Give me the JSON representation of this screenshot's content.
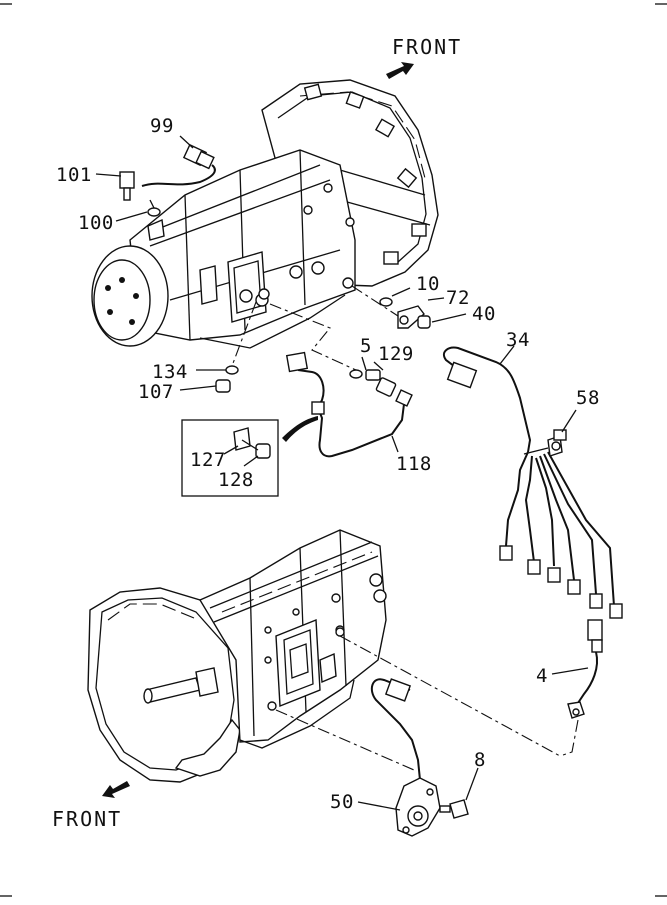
{
  "diagram": {
    "front_upper": "FRONT",
    "front_lower": "FRONT",
    "labels": {
      "p99": "99",
      "p101": "101",
      "p100": "100",
      "p10": "10",
      "p72": "72",
      "p40": "40",
      "p5": "5",
      "p129": "129",
      "p34": "34",
      "p58": "58",
      "p134": "134",
      "p107": "107",
      "p127": "127",
      "p128": "128",
      "p118": "118",
      "p4": "4",
      "p8": "8",
      "p50": "50"
    }
  }
}
